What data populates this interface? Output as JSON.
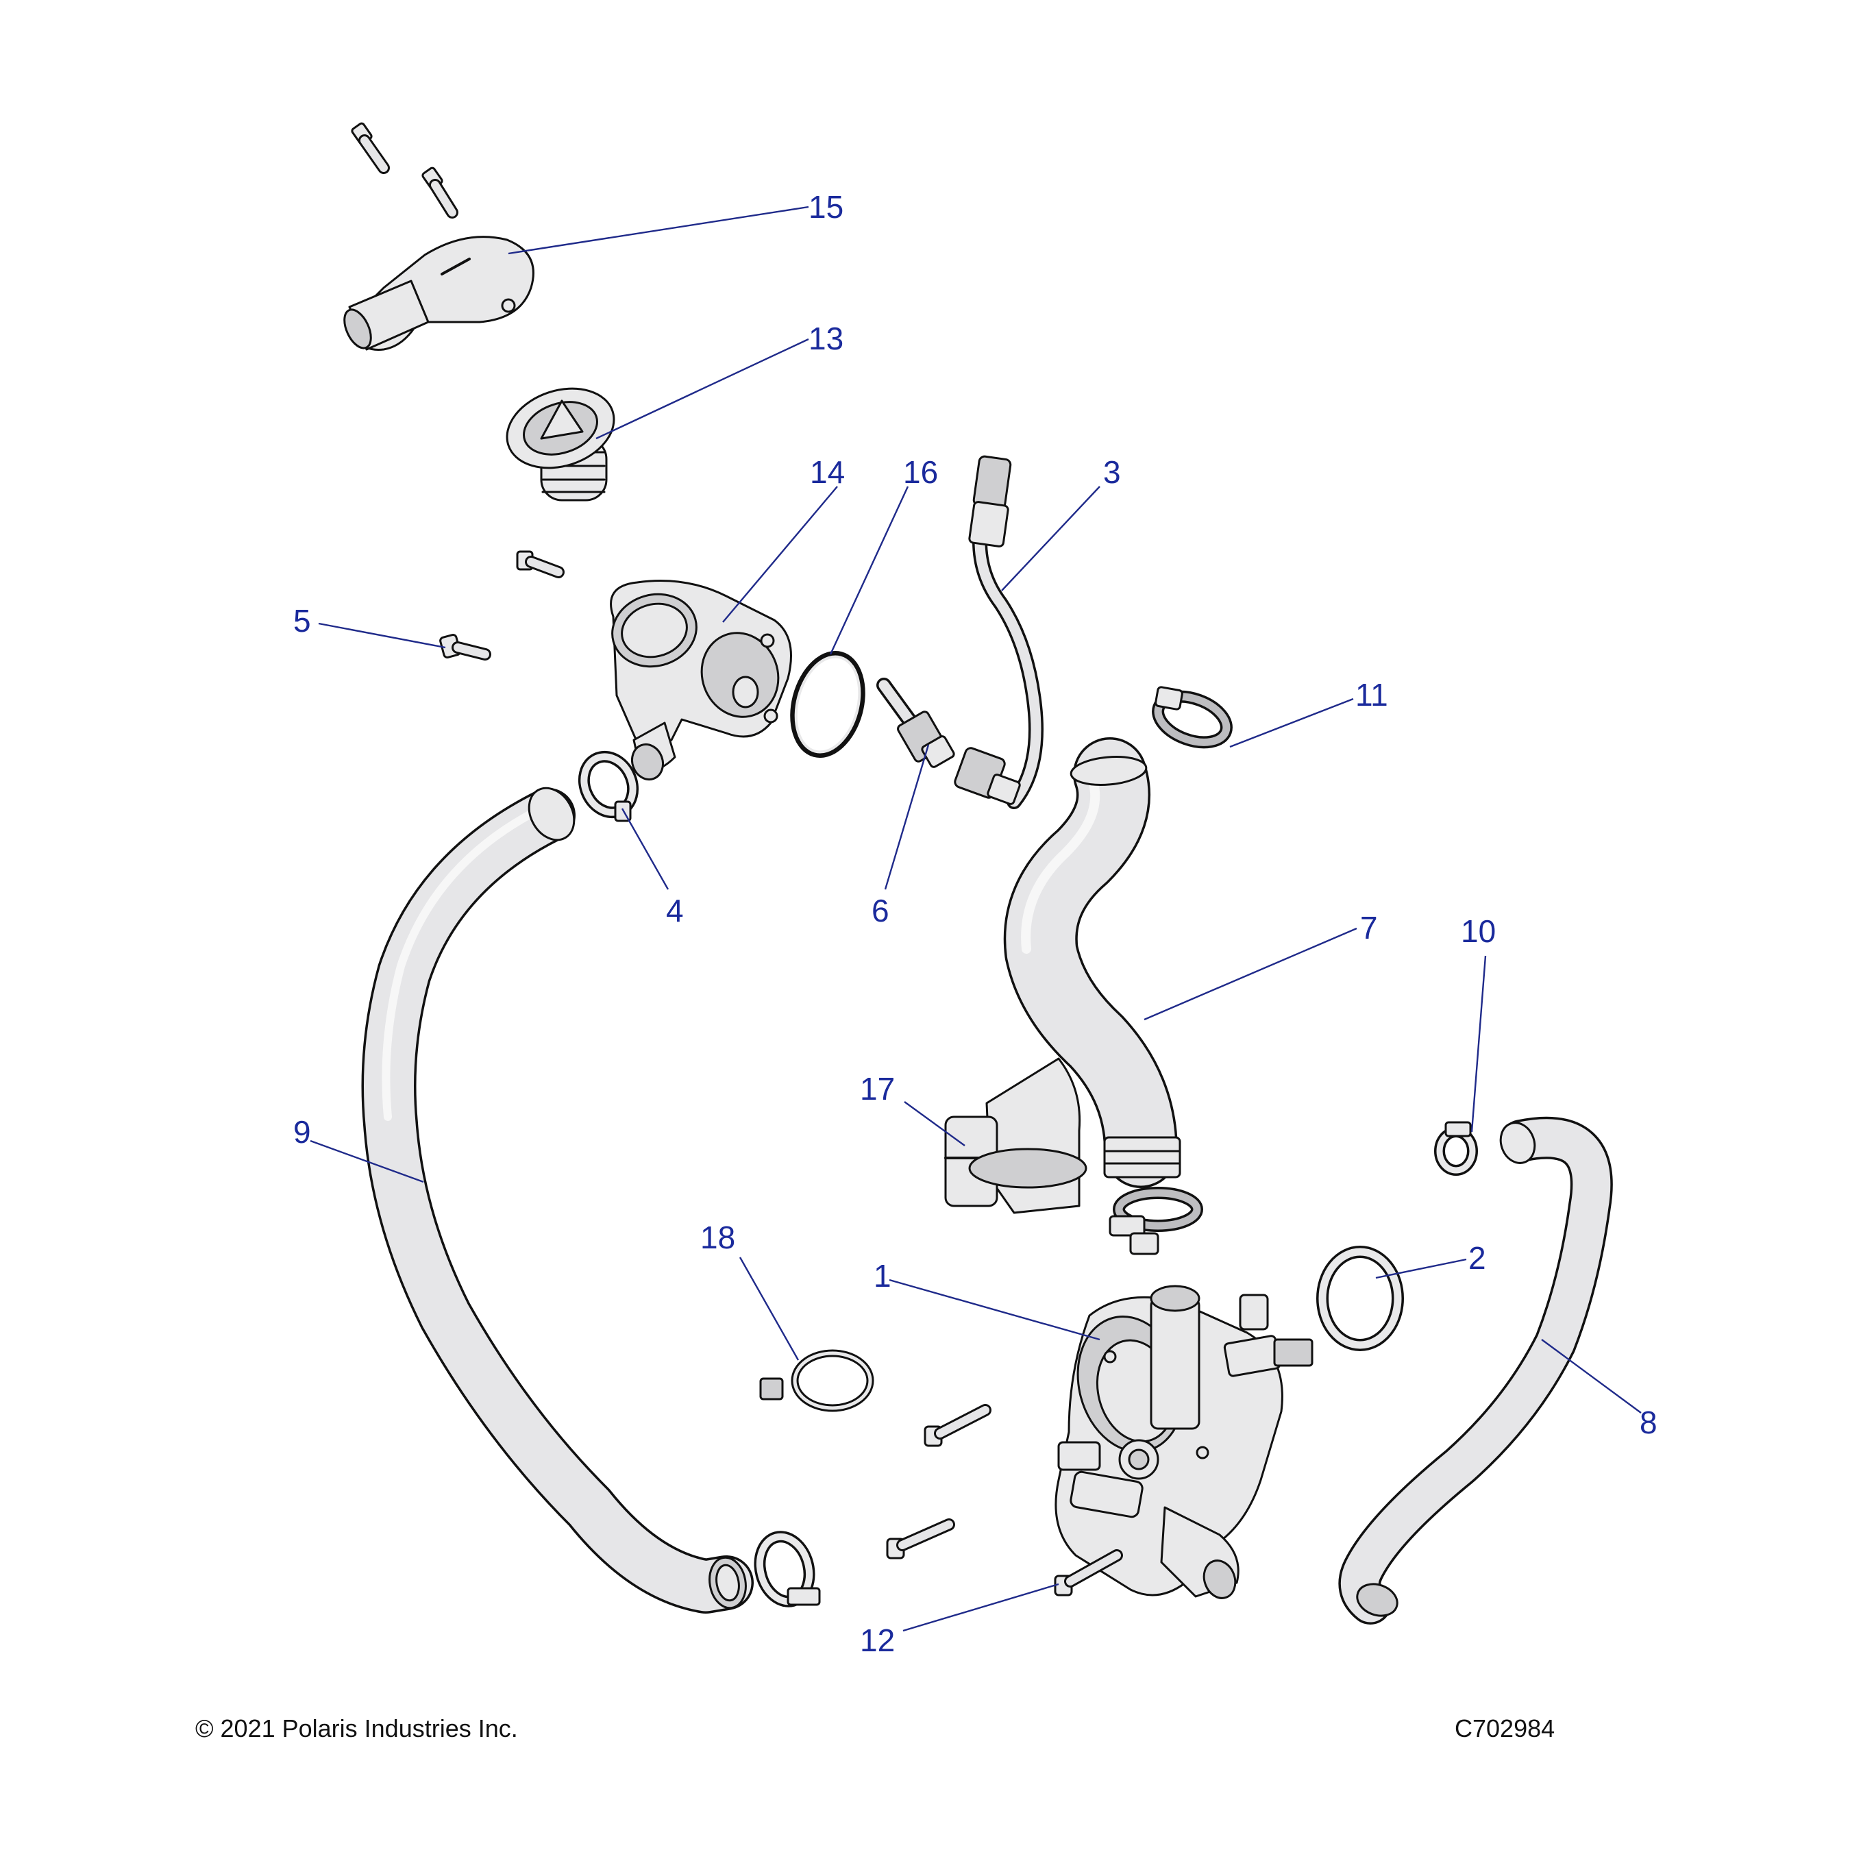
{
  "callouts": {
    "c1": "1",
    "c2": "2",
    "c3": "3",
    "c4": "4",
    "c5": "5",
    "c6": "6",
    "c7": "7",
    "c8": "8",
    "c9": "9",
    "c10": "10",
    "c11": "11",
    "c12": "12",
    "c13": "13",
    "c14": "14",
    "c15": "15",
    "c16": "16",
    "c17": "17",
    "c18": "18"
  },
  "footer": {
    "copyright": "© 2021 Polaris Industries Inc.",
    "drawing_number": "C702984"
  },
  "colors": {
    "callout_text": "#1a2a9c",
    "leader_line": "#1f2a8a",
    "part_fill": "#e9e9ea",
    "outline": "#111111"
  }
}
